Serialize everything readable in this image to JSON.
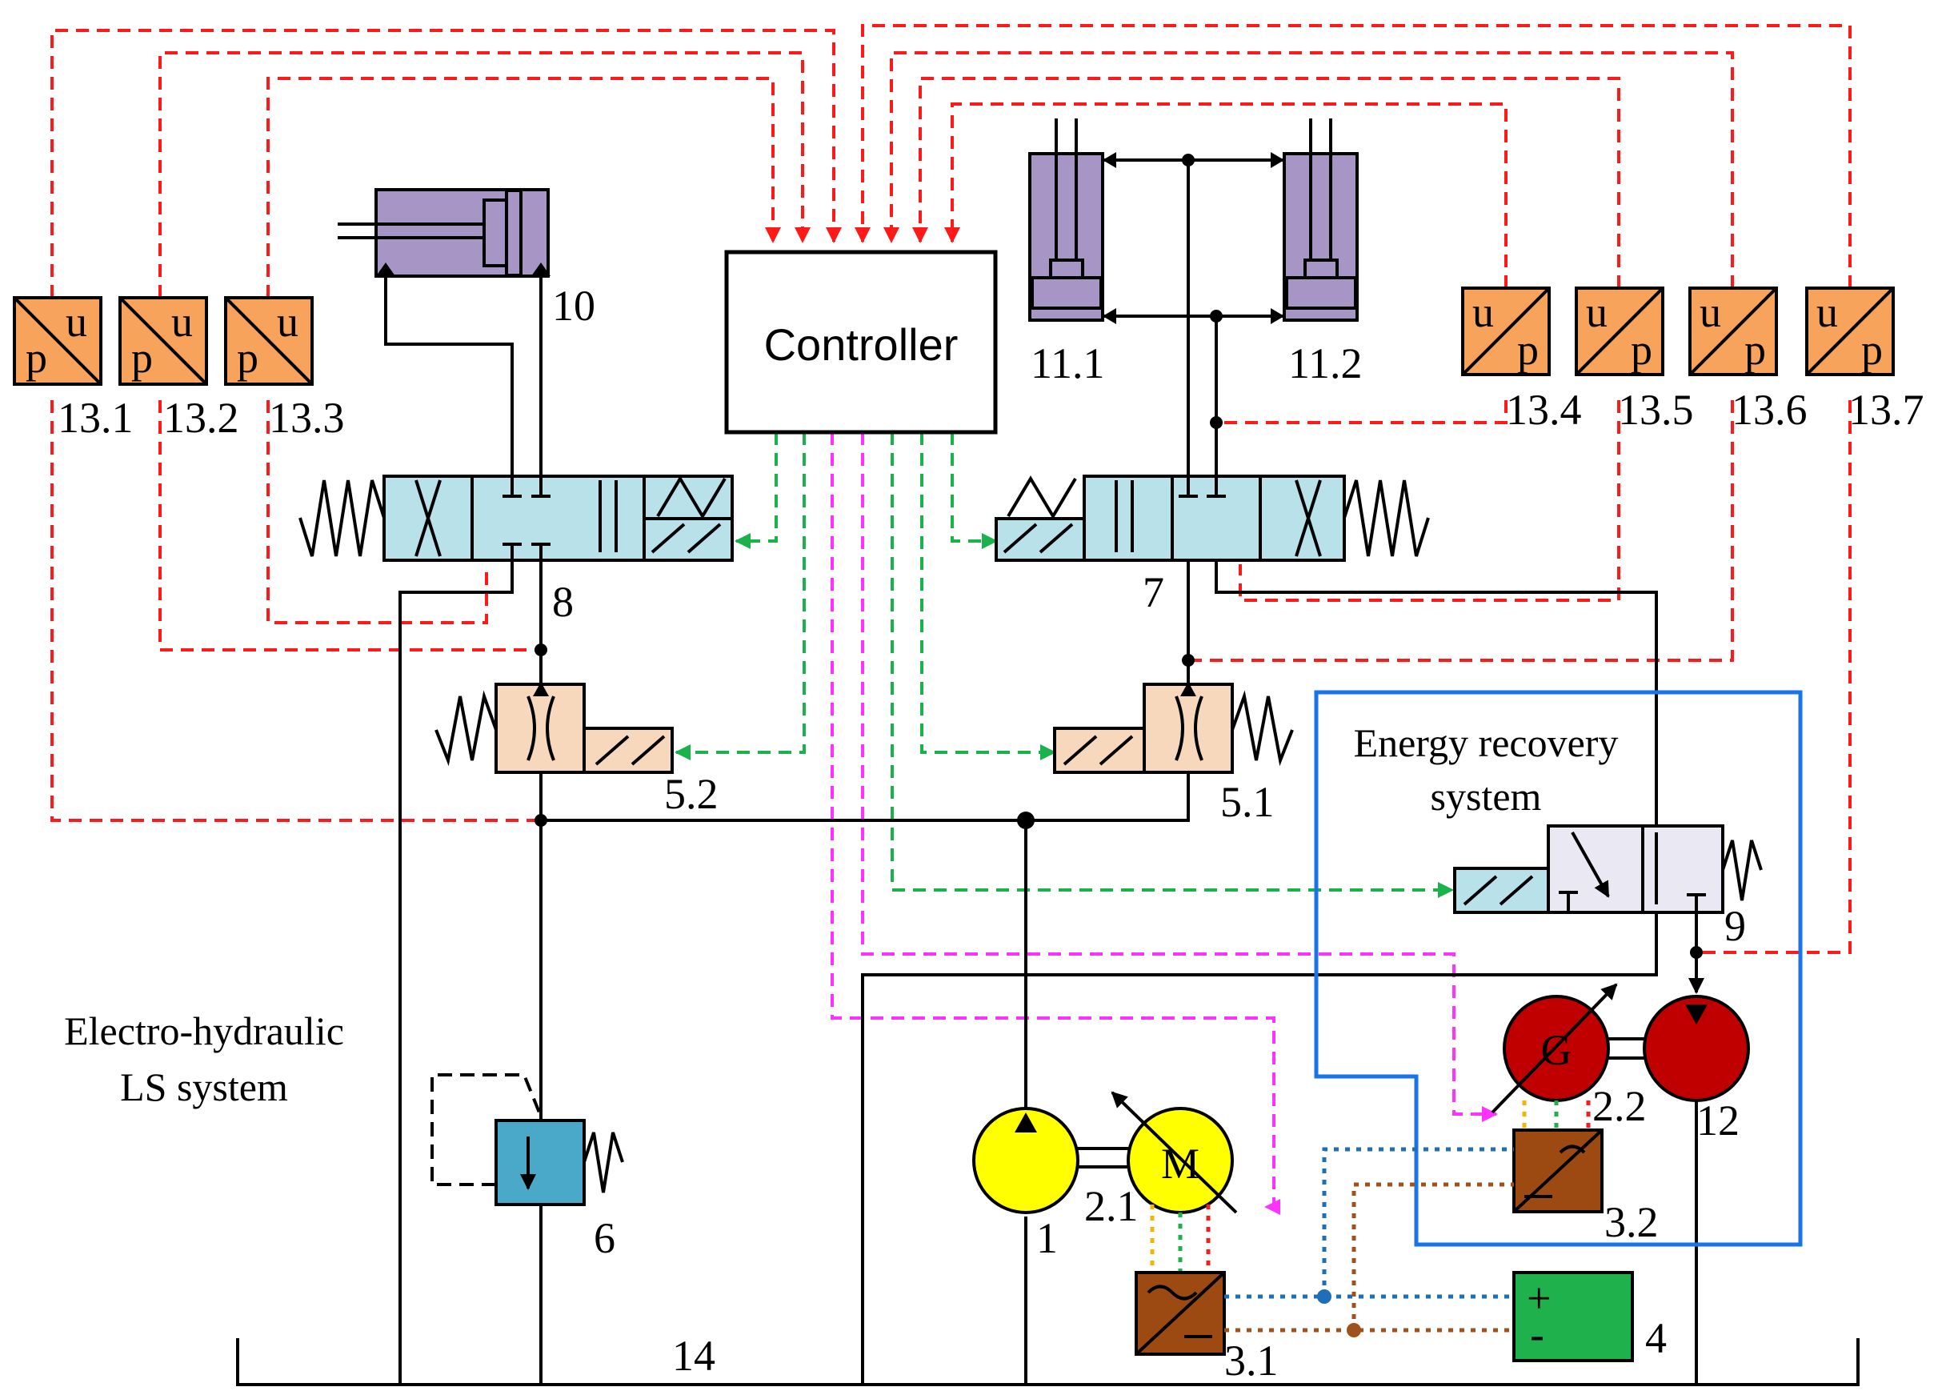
{
  "diagram": {
    "controller_label": "Controller",
    "sensors": {
      "left": [
        {
          "id": "13.1",
          "top": "u",
          "bottom": "p"
        },
        {
          "id": "13.2",
          "top": "u",
          "bottom": "p"
        },
        {
          "id": "13.3",
          "top": "u",
          "bottom": "p"
        }
      ],
      "right": [
        {
          "id": "13.4",
          "top": "u",
          "bottom": "p"
        },
        {
          "id": "13.5",
          "top": "u",
          "bottom": "p"
        },
        {
          "id": "13.6",
          "top": "u",
          "bottom": "p"
        },
        {
          "id": "13.7",
          "top": "u",
          "bottom": "p"
        }
      ]
    },
    "labels": {
      "cyl_10": "10",
      "cyl_11_1": "11.1",
      "cyl_11_2": "11.2",
      "valve_8": "8",
      "valve_7": "7",
      "valve_9": "9",
      "throttle_5_2": "5.2",
      "throttle_5_1": "5.1",
      "relief_6": "6",
      "pump_1": "1",
      "motor_2_1": "2.1",
      "motor_letter": "M",
      "gen_2_2": "2.2",
      "gen_letter": "G",
      "pump_12": "12",
      "conv_3_1": "3.1",
      "conv_3_2": "3.2",
      "battery_4": "4",
      "tank_14": "14",
      "battery_plus": "+",
      "battery_minus": "-"
    },
    "system_labels": {
      "energy_line1": "Energy recovery",
      "energy_line2": "system",
      "ls_line1": "Electro-hydraulic",
      "ls_line2": "LS system"
    },
    "colors": {
      "signal_red": "#ff1a1a",
      "signal_green": "#19b24b",
      "signal_magenta": "#ff33ff",
      "energy_box": "#1a73e8",
      "valve_fill": "#b9e1ea",
      "throttle_fill": "#f8d8bd",
      "cylinder_fill": "#a796c5",
      "sensor_fill": "#f7a35c",
      "pump_fill": "#ffff00",
      "generator_fill": "#c00000",
      "converter_fill": "#9c4a12",
      "battery_fill": "#1fb14b",
      "relief_fill": "#4aa8c8"
    }
  }
}
